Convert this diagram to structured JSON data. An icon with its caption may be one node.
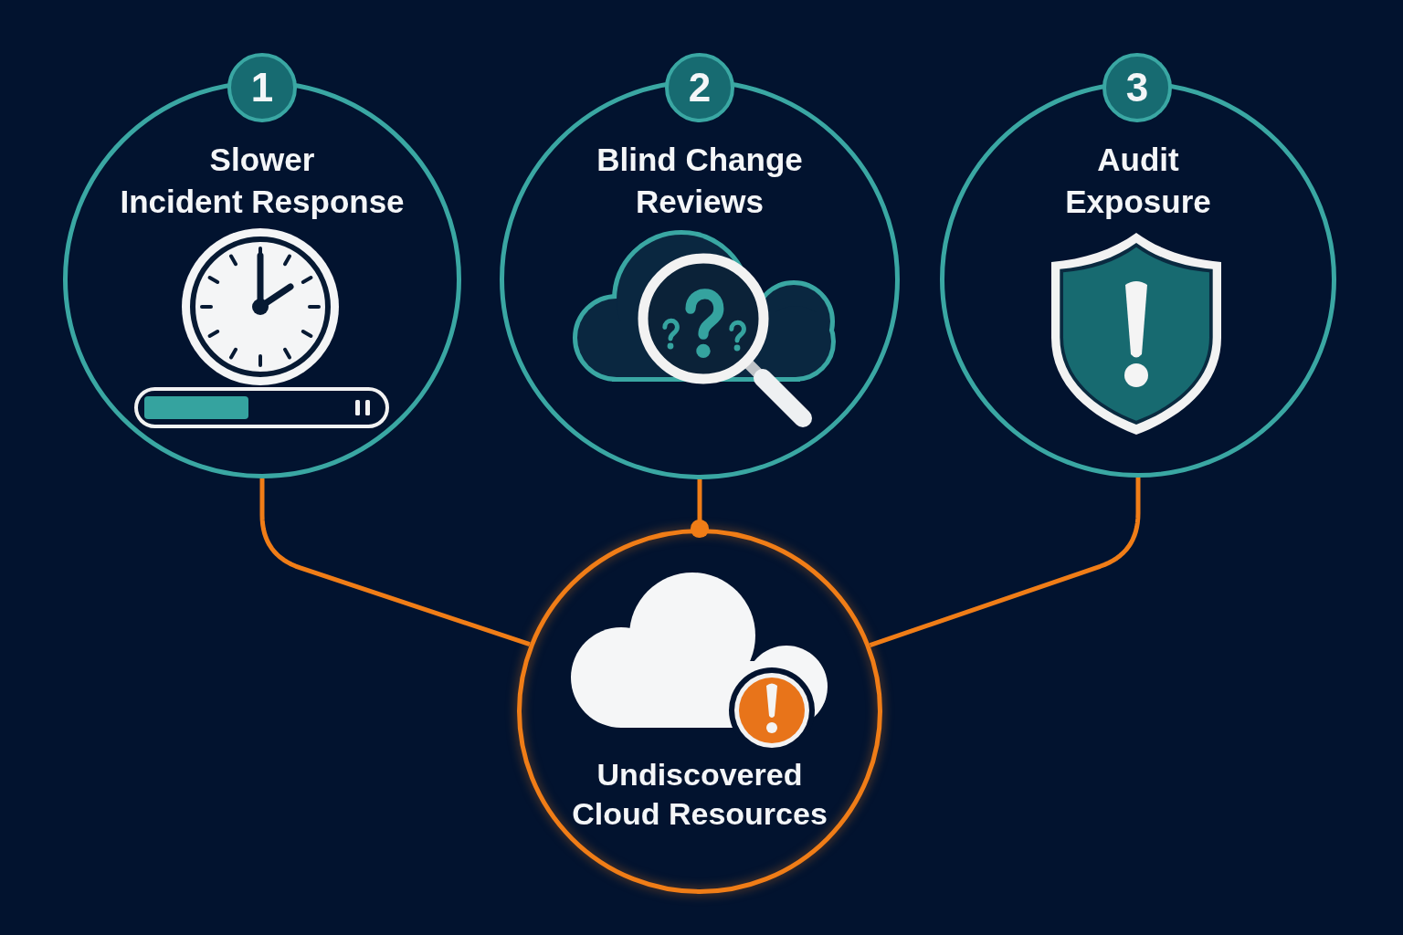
{
  "diagram": {
    "nodes": [
      {
        "text": [
          "1"
        ]
      },
      {
        "text": [
          "Slower Incident Response"
        ]
      },
      {
        "text": [
          "2"
        ]
      },
      {
        "text": [
          "Blind Change Reviews"
        ]
      },
      {
        "text": [
          "3"
        ]
      },
      {
        "text": [
          "Audit Exposure"
        ]
      },
      {
        "text": [
          "Undiscovered Cloud Resources"
        ]
      }
    ],
    "edges": [
      {
        "from": 1,
        "to": 6,
        "arrow": "none"
      },
      {
        "from": 3,
        "to": 6,
        "arrow": "other"
      },
      {
        "from": 5,
        "to": 6,
        "arrow": "none"
      }
    ]
  }
}
